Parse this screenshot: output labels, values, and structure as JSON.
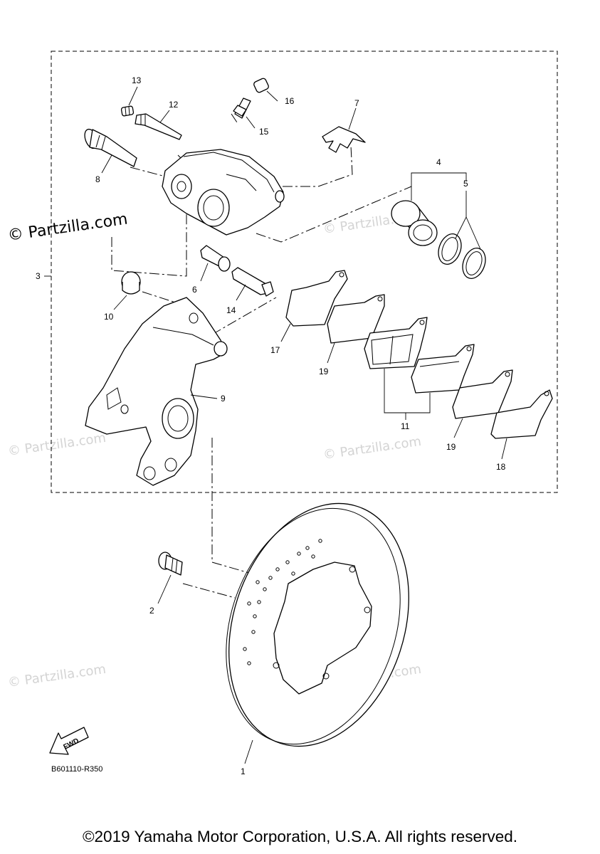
{
  "callouts": [
    {
      "label": "1",
      "part": "brake-disc"
    },
    {
      "label": "2",
      "part": "disc-bolt"
    },
    {
      "label": "3",
      "part": "caliper-assembly"
    },
    {
      "label": "4",
      "part": "piston"
    },
    {
      "label": "5",
      "part": "piston-seal-kit"
    },
    {
      "label": "6",
      "part": "caliper-bushing"
    },
    {
      "label": "7",
      "part": "pad-support-spring"
    },
    {
      "label": "8",
      "part": "caliper-bolt"
    },
    {
      "label": "9",
      "part": "caliper-bracket"
    },
    {
      "label": "10",
      "part": "bracket-boot"
    },
    {
      "label": "11",
      "part": "brake-pad-kit"
    },
    {
      "label": "12",
      "part": "pad-pin"
    },
    {
      "label": "13",
      "part": "pin-plug"
    },
    {
      "label": "14",
      "part": "slide-pin"
    },
    {
      "label": "15",
      "part": "bleed-screw"
    },
    {
      "label": "16",
      "part": "bleed-cap"
    },
    {
      "label": "17",
      "part": "pad-shim-inner"
    },
    {
      "label": "18",
      "part": "pad-shim-outer"
    },
    {
      "label": "19a",
      "part": "pad-insulator-inner"
    },
    {
      "label": "19b",
      "part": "pad-insulator-outer"
    }
  ],
  "labels": {
    "n1": "1",
    "n2": "2",
    "n3": "3",
    "n4": "4",
    "n5": "5",
    "n6": "6",
    "n7": "7",
    "n8": "8",
    "n9": "9",
    "n10": "10",
    "n11": "11",
    "n12": "12",
    "n13": "13",
    "n14": "14",
    "n15": "15",
    "n16": "16",
    "n17": "17",
    "n18": "18",
    "n19a": "19",
    "n19b": "19"
  },
  "fwd_label": "FWD",
  "diagram_code": "B601110-R350",
  "watermark": "© Partzilla.com",
  "copyright": "©2019 Yamaha Motor Corporation, U.S.A. All rights reserved."
}
